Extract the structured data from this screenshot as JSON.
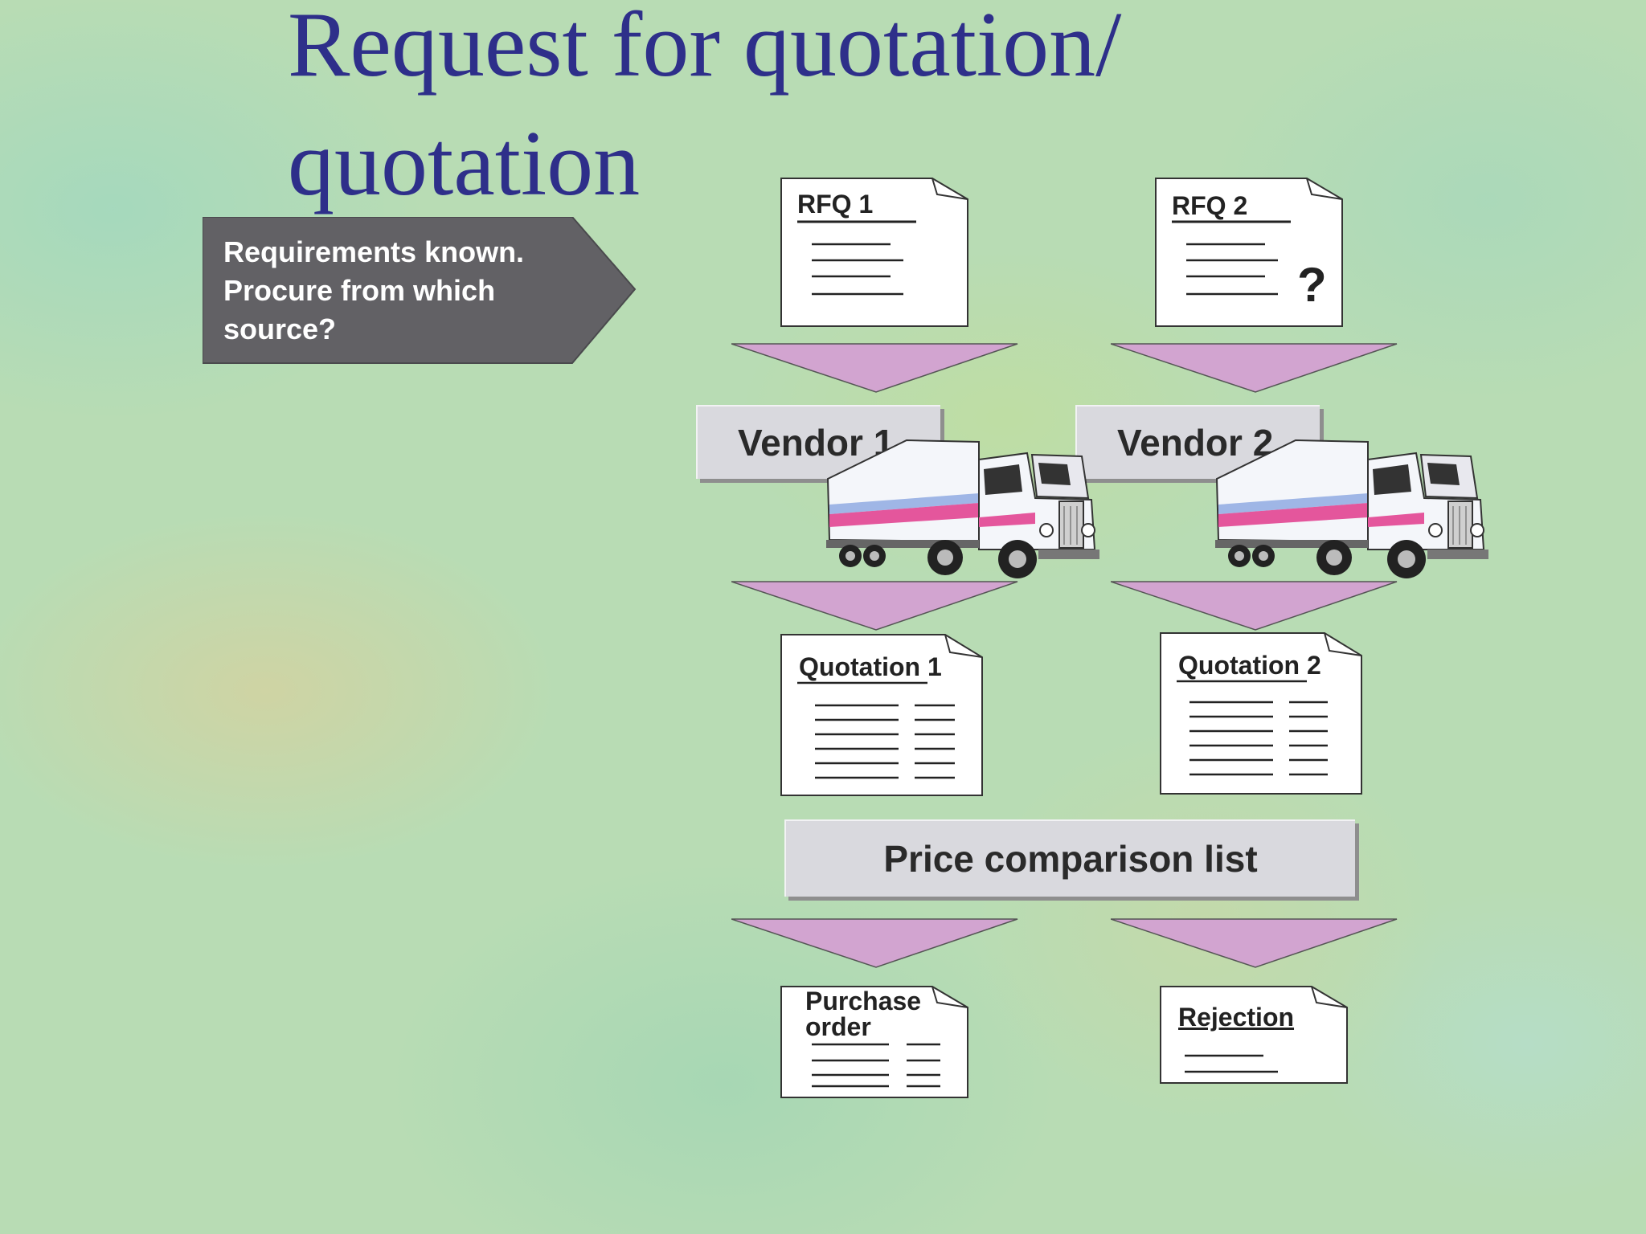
{
  "slide": {
    "title_line1": "Request for quotation/",
    "title_line2": "quotation",
    "callout": "Requirements known. Procure from which source?"
  },
  "documents": {
    "rfq1": "RFQ 1",
    "rfq2": "RFQ 2",
    "rfq2_mark": "?",
    "quotation1_word": "Quotation",
    "quotation1_num": "1",
    "quotation2_word": "Quotation",
    "quotation2_num": "2",
    "purchase_order_line1": "Purchase",
    "purchase_order_line2": "order",
    "rejection": "Rejection"
  },
  "boxes": {
    "vendor1": "Vendor 1",
    "vendor2": "Vendor 2",
    "price_comparison": "Price comparison list"
  },
  "colors": {
    "title": "#2e2f8a",
    "callout_fill": "#626165",
    "arrow_fill": "#d2a4d0",
    "box_fill": "#d9d9de",
    "truck_stripe": "#e4569c"
  },
  "icons": [
    "truck-icon",
    "document-icon",
    "down-arrow-icon"
  ]
}
